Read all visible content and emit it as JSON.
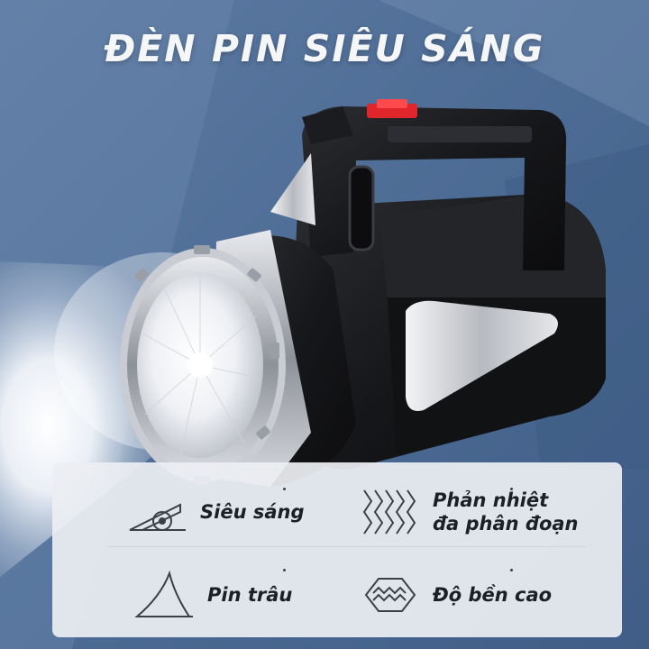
{
  "banner": {
    "title": "ĐÈN PIN SIÊU SÁNG"
  },
  "features": [
    {
      "icon": "beam-icon",
      "lines": [
        "Siêu sáng"
      ]
    },
    {
      "icon": "reflector-icon",
      "lines": [
        "Phản nhiệt",
        "đa phân đoạn"
      ]
    },
    {
      "icon": "battery-fin-icon",
      "lines": [
        "Pin trâu"
      ]
    },
    {
      "icon": "durability-icon",
      "lines": [
        "Độ bền cao"
      ]
    }
  ],
  "colors": {
    "background_dark": "#4b6a93",
    "background_light": "#8fa6c4",
    "body_black": "#1a1b1e",
    "accent_red": "#e0262b",
    "panel": "#eceef2"
  }
}
